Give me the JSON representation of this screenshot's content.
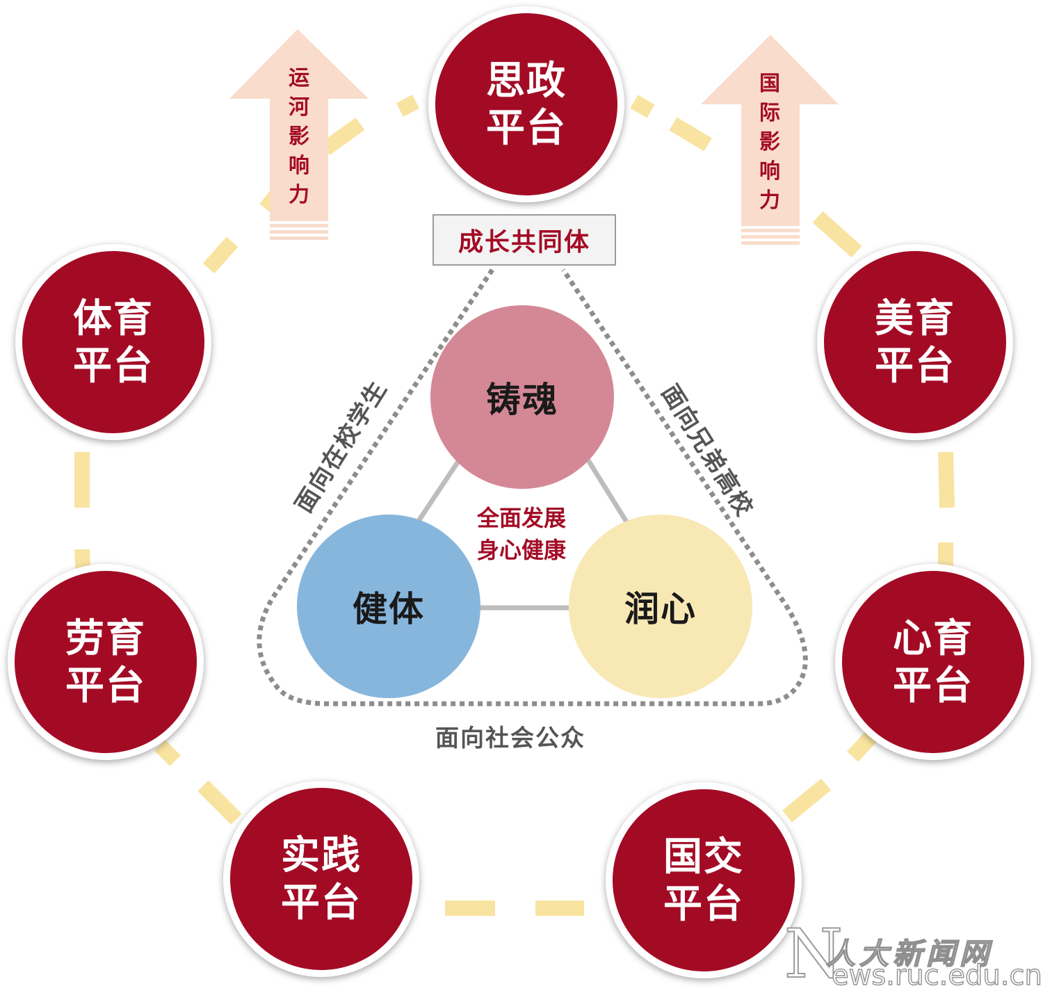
{
  "platforms": [
    {
      "id": "sizheng",
      "line1": "思政",
      "line2": "平台"
    },
    {
      "id": "meiyu",
      "line1": "美育",
      "line2": "平台"
    },
    {
      "id": "xinyu",
      "line1": "心育",
      "line2": "平台"
    },
    {
      "id": "guojiao",
      "line1": "国交",
      "line2": "平台"
    },
    {
      "id": "shijian",
      "line1": "实践",
      "line2": "平台"
    },
    {
      "id": "laoyu",
      "line1": "劳育",
      "line2": "平台"
    },
    {
      "id": "tiyu",
      "line1": "体育",
      "line2": "平台"
    }
  ],
  "arrows": {
    "left_text": "运河影响力",
    "right_text": "国际影响力"
  },
  "community_label": "成长共同体",
  "side_labels": {
    "left": "面向在校学生",
    "right": "面向兄弟高校",
    "bottom": "面向社会公众"
  },
  "core": {
    "top": "铸魂",
    "left": "健体",
    "right": "润心"
  },
  "center_text": {
    "line1": "全面发展",
    "line2": "身心健康"
  },
  "watermark": {
    "letter": "N",
    "cn": "人大新闻网",
    "url": "ews.ruc.edu.cn"
  },
  "colors": {
    "platform_red": "#a30b25",
    "dash_yellow": "#f8e3a0",
    "arrow_peach": "#f9dccb",
    "core_pink": "#d48895",
    "core_blue": "#87b6dd",
    "core_yellow": "#f8e8b4",
    "dotted_gray": "#8d8d8d"
  }
}
